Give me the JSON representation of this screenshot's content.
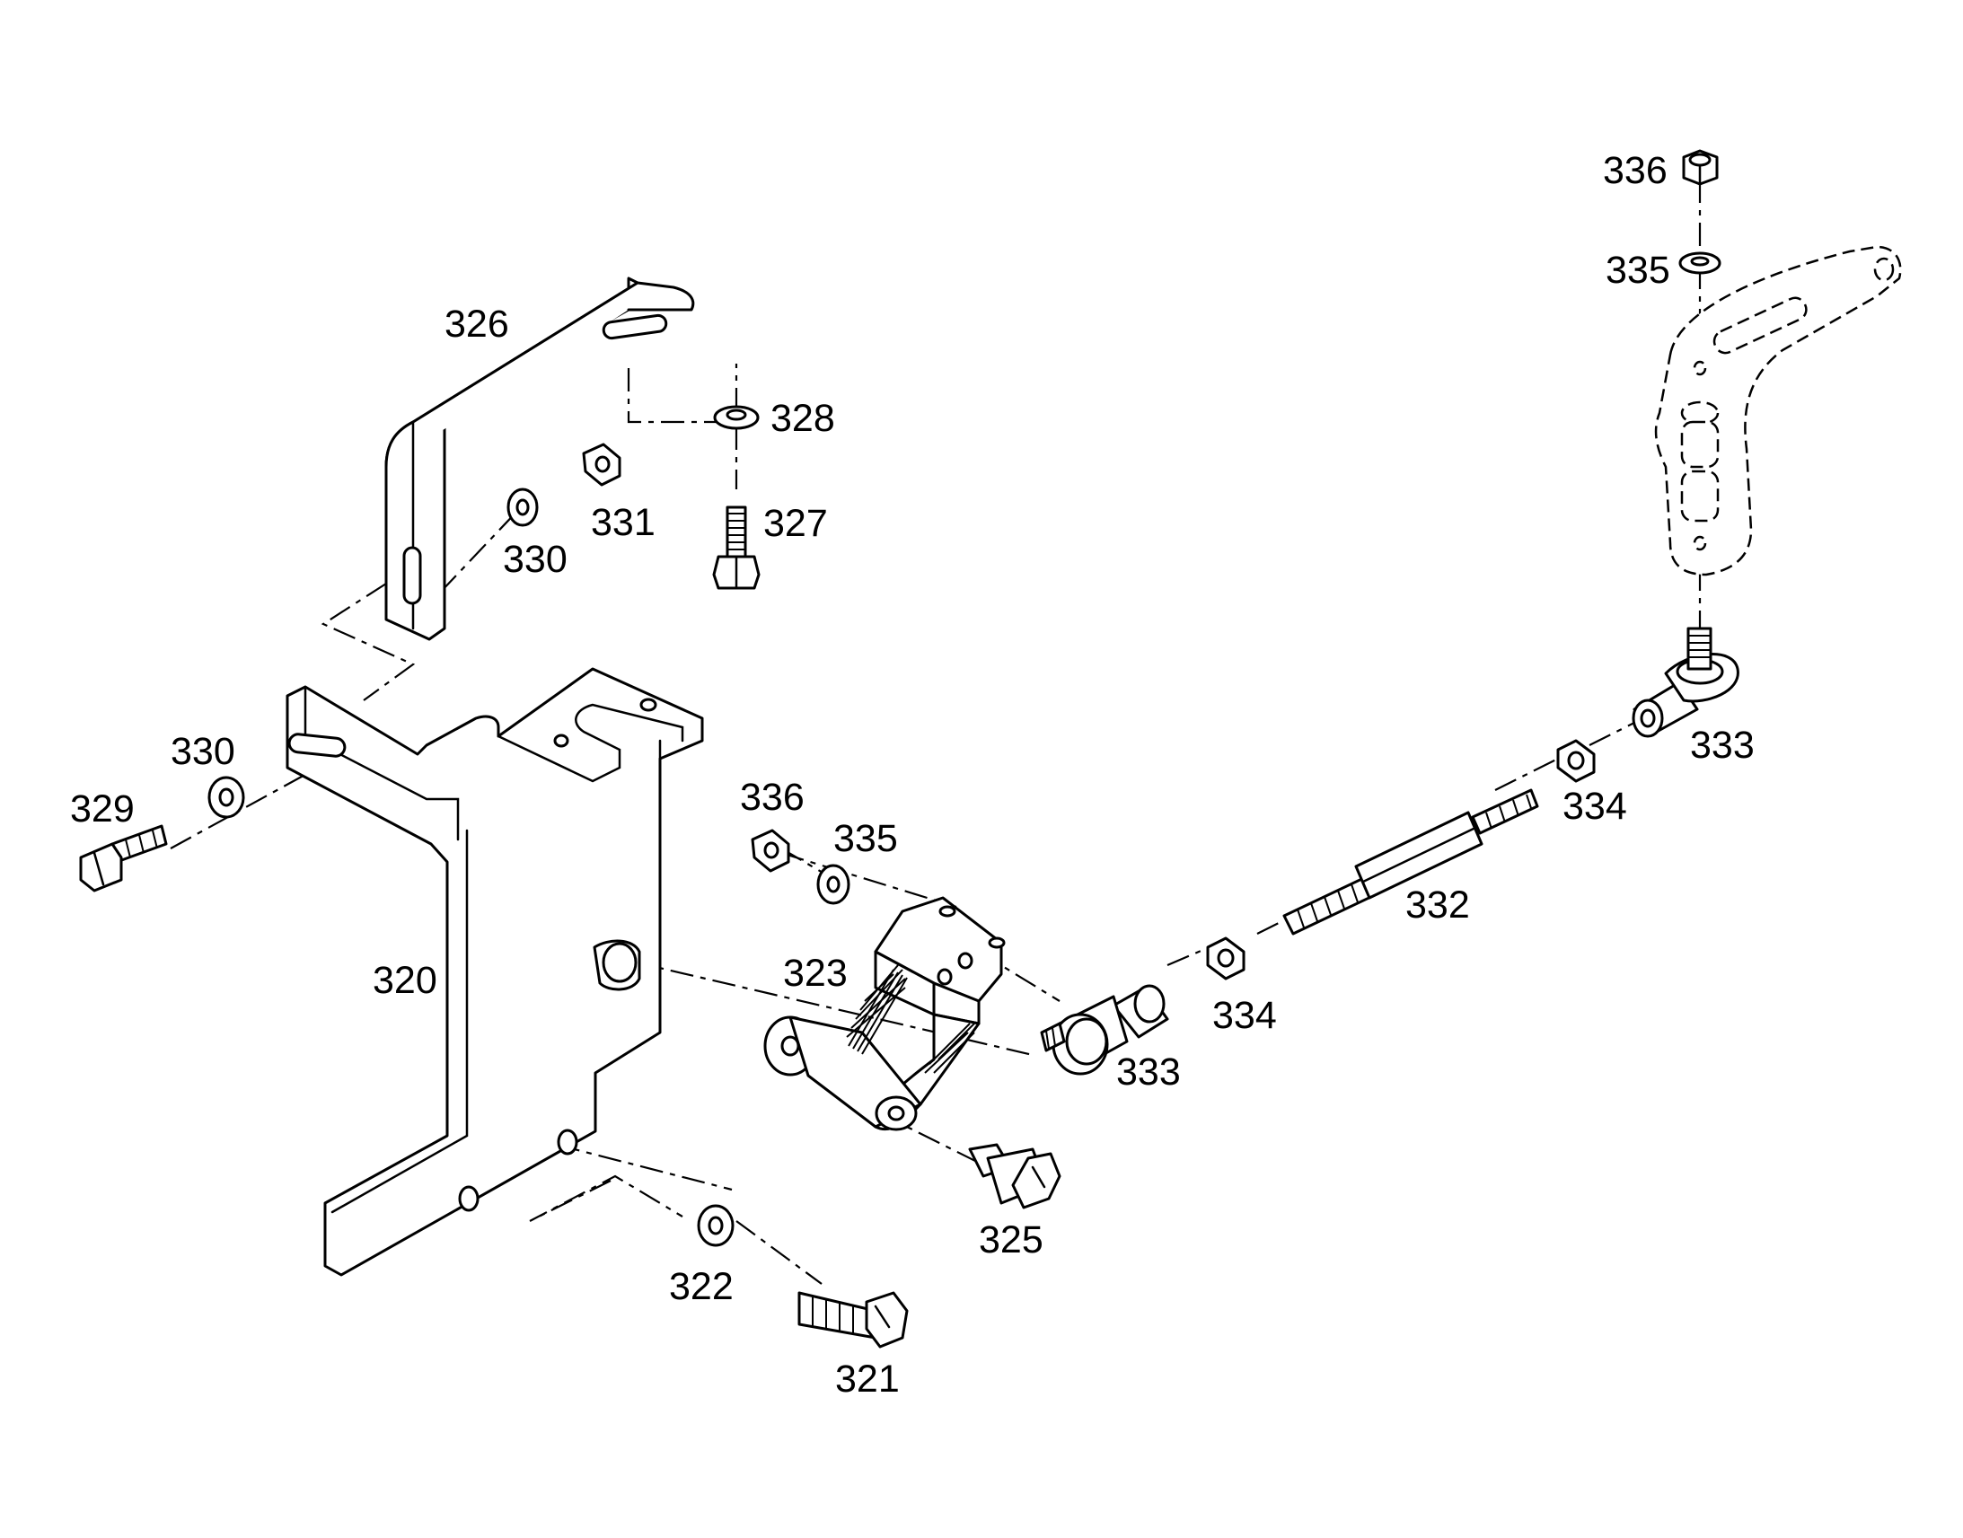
{
  "diagram": {
    "callouts": {
      "c320": "320",
      "c321": "321",
      "c322": "322",
      "c323": "323",
      "c325": "325",
      "c326": "326",
      "c327": "327",
      "c328": "328",
      "c329": "329",
      "c330_left": "330",
      "c330_upper": "330",
      "c331": "331",
      "c332": "332",
      "c333_center": "333",
      "c333_right": "333",
      "c334_center": "334",
      "c334_right": "334",
      "c335_center": "335",
      "c335_right": "335",
      "c336_center": "336",
      "c336_right": "336"
    }
  }
}
